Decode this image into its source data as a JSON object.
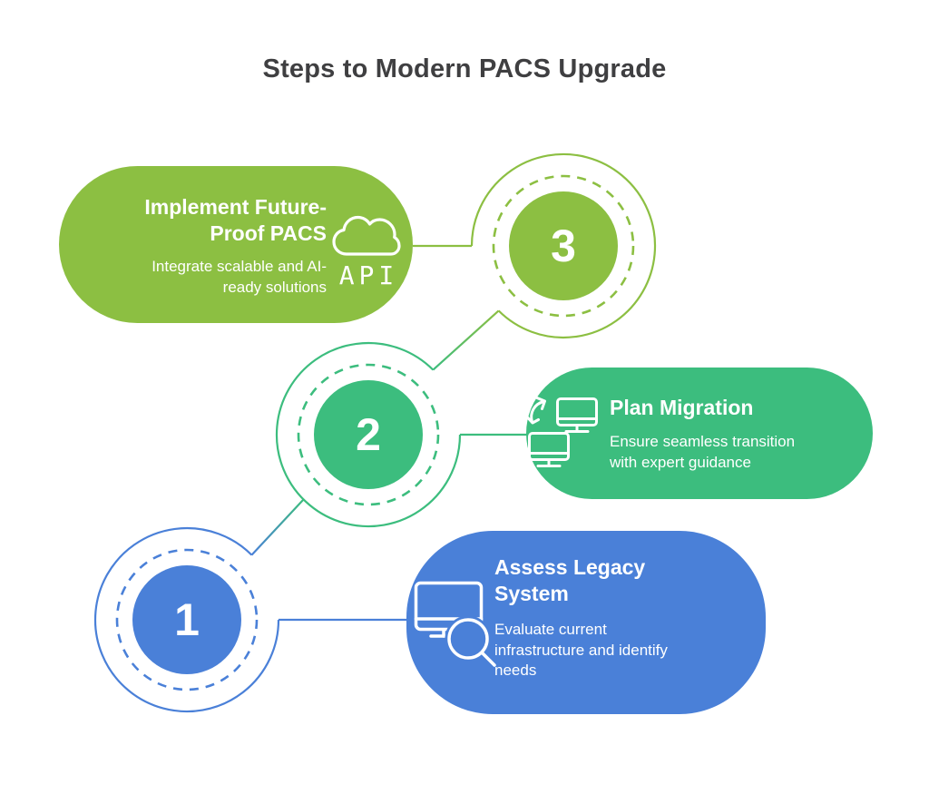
{
  "title": "Steps to Modern PACS Upgrade",
  "colors": {
    "step1_blue": "#4A80D8",
    "step2_green": "#3CBD7E",
    "step3_olive": "#8CBF42",
    "title_text": "#3F3F41",
    "card_text": "#FFFFFF"
  },
  "steps": [
    {
      "number": "1",
      "title": "Assess Legacy System",
      "description": "Evaluate current infrastructure and identify needs",
      "icon": "monitor-magnifier-icon",
      "color": "#4A80D8"
    },
    {
      "number": "2",
      "title": "Plan Migration",
      "description": "Ensure seamless transition with expert guidance",
      "icon": "monitors-sync-icon",
      "color": "#3CBD7E"
    },
    {
      "number": "3",
      "title": "Implement Future-Proof PACS",
      "description": "Integrate scalable and AI-ready solutions",
      "icon": "cloud-api-icon",
      "icon_label": "API",
      "color": "#8CBF42"
    }
  ]
}
